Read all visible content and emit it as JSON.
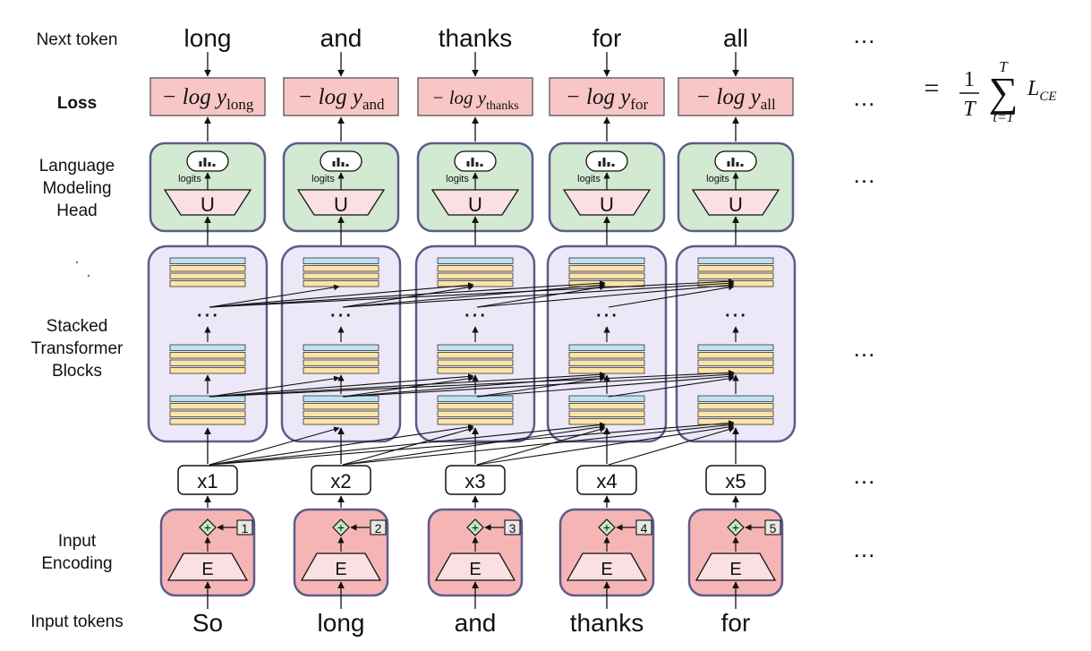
{
  "row_labels": {
    "next_token": "Next token",
    "loss": "Loss",
    "lm_head": [
      "Language",
      "Modeling",
      "Head"
    ],
    "stacked": [
      "Stacked",
      "Transformer",
      "Blocks"
    ],
    "input_encoding": [
      "Input",
      "Encoding"
    ],
    "input_tokens": "Input tokens"
  },
  "next_tokens": [
    "long",
    "and",
    "thanks",
    "for",
    "all"
  ],
  "loss_subscripts": [
    "long",
    "and",
    "thanks",
    "for",
    "all"
  ],
  "loss_prefix": "− log y",
  "unembed_label": "U",
  "logits_label": "logits",
  "embed_label": "E",
  "plus_symbol": "+",
  "vertical_dots": "⋯",
  "hidden_states": [
    "x1",
    "x2",
    "x3",
    "x4",
    "x5"
  ],
  "positions": [
    "1",
    "2",
    "3",
    "4",
    "5"
  ],
  "input_tokens": [
    "So",
    "long",
    "and",
    "thanks",
    "for"
  ],
  "ellipsis": "…",
  "equation": {
    "equals": "=",
    "frac_num": "1",
    "frac_den": "T",
    "sum_upper": "T",
    "sum_symbol": "∑",
    "sum_lower": "t=1",
    "term": "L",
    "term_sub": "CE"
  },
  "colors": {
    "loss_fill": "#f8c6c6",
    "head_fill": "#d2e9d2",
    "block_fill": "#ece8f8",
    "embed_fill": "#f6b5b5",
    "trapezoid_fill": "#fbe0e3",
    "layer_blue": "#bfe2f2",
    "layer_yellow": "#fbe4a5",
    "plus_fill": "#bfe9c4",
    "border": "#5c5c8a"
  }
}
